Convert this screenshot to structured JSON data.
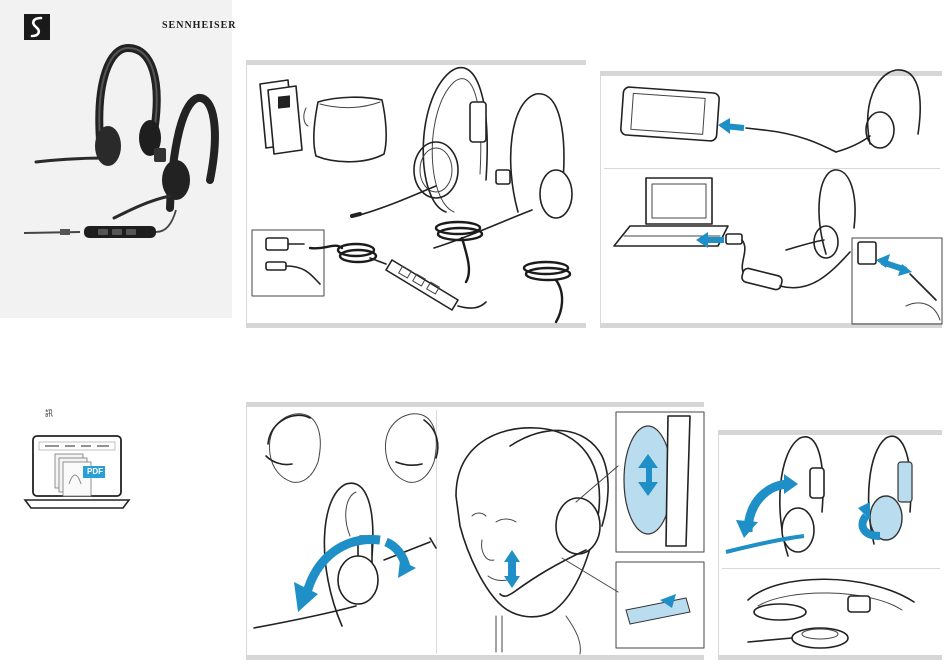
{
  "cover": {
    "brand": "SENNHEISER",
    "logo_glyph": "S"
  },
  "manual": {
    "label": "訊",
    "pdf_badge": "PDF"
  },
  "colors": {
    "accent_blue": "#1e8fc7",
    "light_blue": "#b9dcef",
    "panel_bar_gray": "#d6d6d6",
    "cover_bg": "#f2f2f2"
  },
  "icons": [
    "sennheiser-logo-icon",
    "laptop-icon",
    "pdf-document-icon",
    "headset-illustration",
    "smartphone-icon",
    "usb-plug-icon",
    "jack-plug-icon",
    "inline-control-icon",
    "arrow-icon",
    "pouch-icon",
    "booklet-icon"
  ]
}
